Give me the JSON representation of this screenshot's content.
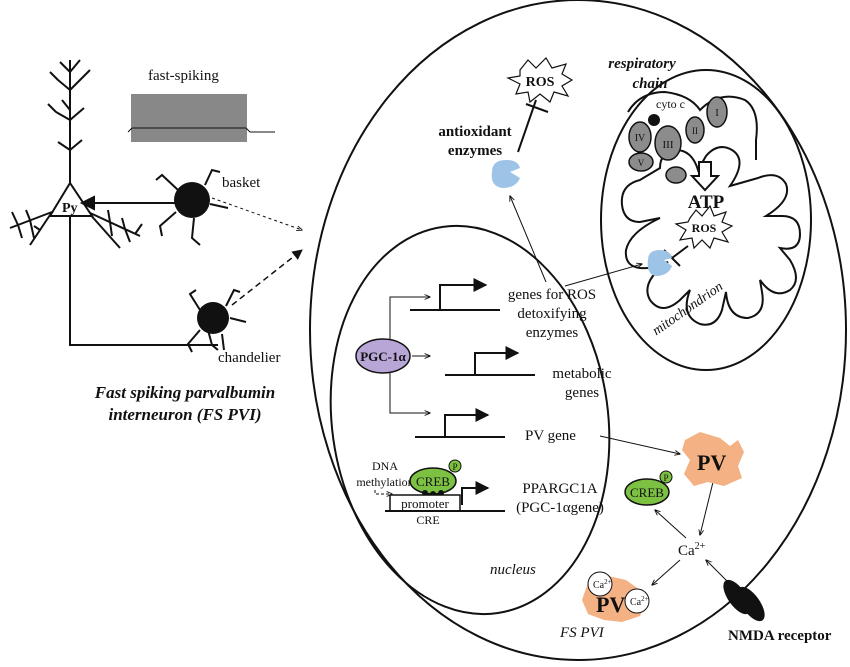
{
  "neuron": {
    "pyramidal_label": "Py",
    "trace_label": "fast-spiking",
    "basket_label": "basket",
    "chandelier_label": "chandelier",
    "caption_line1": "Fast spiking parvalbumin",
    "caption_line2": "interneuron (FS PVI)"
  },
  "cell": {
    "name_label": "FS PVI",
    "nmda_label": "NMDA receptor",
    "ca_label": "Ca",
    "ca_superscript": "2+",
    "pv_label": "PV",
    "creb_label": "CREB",
    "phospho_label": "P"
  },
  "mitochondrion": {
    "title_line1": "respiratory",
    "title_line2": "chain",
    "cyto_c_label": "cyto c",
    "complex_labels": [
      "I",
      "II",
      "III",
      "IV",
      "V"
    ],
    "atp_label": "ATP",
    "ros_label": "ROS",
    "name_label": "mitochondrion"
  },
  "cytoplasm": {
    "ros_label": "ROS",
    "antioxidant_line1": "antioxidant",
    "antioxidant_line2": "enzymes"
  },
  "nucleus": {
    "name_label": "nucleus",
    "pgc_label": "PGC-1α",
    "gene1_line1": "genes for ROS",
    "gene1_line2": "detoxifying",
    "gene1_line3": "enzymes",
    "gene2_line1": "metabolic",
    "gene2_line2": "genes",
    "gene3": "PV gene",
    "dna_line1": "DNA",
    "dna_line2": "methylation",
    "creb_label": "CREB",
    "phospho_label": "P",
    "promoter_label": "promoter",
    "cre_label": "CRE",
    "ppargc_line1": "PPARGC1A",
    "ppargc_line2": "(PGC-1αgene)"
  },
  "colors": {
    "creb_green": "#7cc142",
    "pgc_purple": "#b7a6d6",
    "pv_orange": "#f4b183",
    "enzyme_blue": "#9dc3e6",
    "complex_gray": "#8c8c8c"
  }
}
